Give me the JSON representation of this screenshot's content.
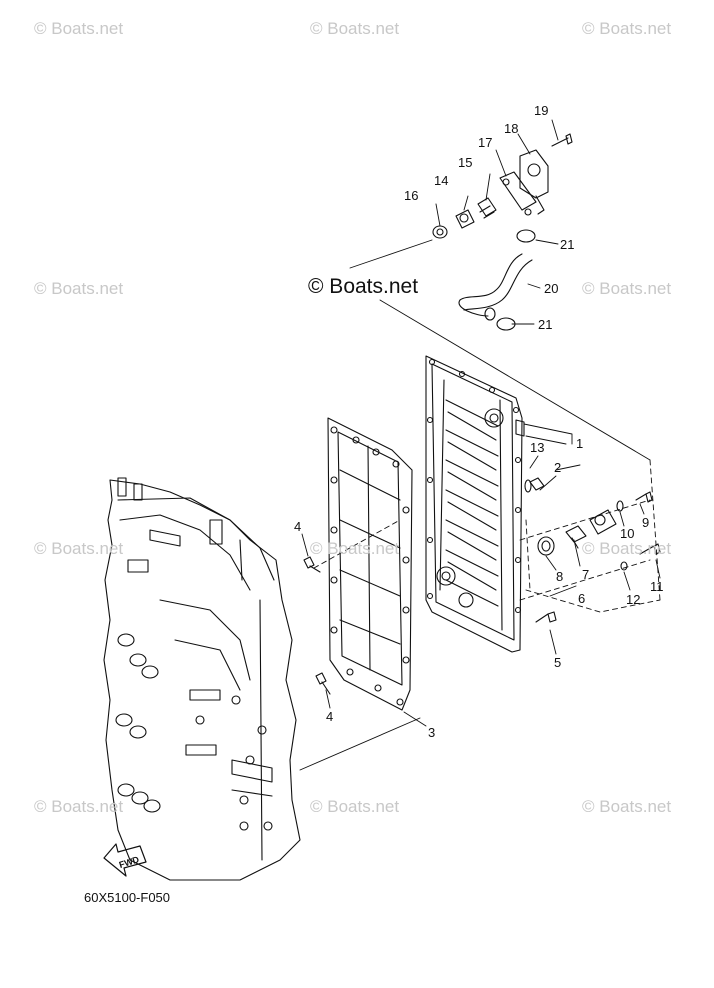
{
  "watermarks": {
    "text": "© Boats.net",
    "main_text": "© Boats.net",
    "color": "#c8c8c8"
  },
  "callouts": [
    "1",
    "2",
    "3",
    "4",
    "4",
    "5",
    "6",
    "7",
    "8",
    "9",
    "10",
    "11",
    "12",
    "13",
    "14",
    "15",
    "16",
    "17",
    "18",
    "19",
    "20",
    "21",
    "21"
  ],
  "fwd_label": "FWD",
  "diagram_code": "60X5100-F050"
}
